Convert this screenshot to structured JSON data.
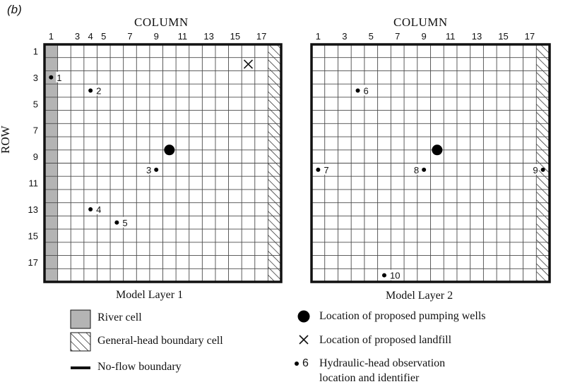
{
  "panel_label": "(b)",
  "column_title": "COLUMN",
  "row_title": "ROW",
  "column_ticks": [
    "1",
    "3",
    "5",
    "7",
    "9",
    "11",
    "13",
    "15",
    "17"
  ],
  "column_ticks_layer1": [
    "1",
    "3",
    "4",
    "5",
    "7",
    "9",
    "11",
    "13",
    "15",
    "17"
  ],
  "row_ticks": [
    "1",
    "3",
    "5",
    "7",
    "9",
    "11",
    "13",
    "15",
    "17"
  ],
  "grid": {
    "rows": 18,
    "cols": 18
  },
  "layers": [
    {
      "title": "Model Layer 1",
      "river_column": 1,
      "general_head_column": 18,
      "pumping_wells": [
        {
          "row": 9,
          "col": 10
        }
      ],
      "landfill": {
        "row": 2,
        "col": 16
      },
      "observations": [
        {
          "id": "1",
          "row": 3,
          "col": 1,
          "label_side": "right"
        },
        {
          "id": "2",
          "row": 4,
          "col": 4,
          "label_side": "right"
        },
        {
          "id": "3",
          "row": 10,
          "col": 9,
          "label_side": "left"
        },
        {
          "id": "4",
          "row": 13,
          "col": 4,
          "label_side": "right"
        },
        {
          "id": "5",
          "row": 14,
          "col": 6,
          "label_side": "right"
        }
      ]
    },
    {
      "title": "Model Layer 2",
      "river_column": null,
      "general_head_column": 18,
      "pumping_wells": [
        {
          "row": 9,
          "col": 10
        }
      ],
      "landfill": null,
      "observations": [
        {
          "id": "6",
          "row": 4,
          "col": 4,
          "label_side": "right"
        },
        {
          "id": "7",
          "row": 10,
          "col": 1,
          "label_side": "right"
        },
        {
          "id": "8",
          "row": 10,
          "col": 9,
          "label_side": "left"
        },
        {
          "id": "9",
          "row": 10,
          "col": 18,
          "label_side": "left"
        },
        {
          "id": "10",
          "row": 18,
          "col": 6,
          "label_side": "right"
        }
      ]
    }
  ],
  "legend": {
    "river_cell": "River cell",
    "general_head_cell": "General-head boundary cell",
    "no_flow": "No-flow boundary",
    "pumping_wells": "Location of proposed pumping wells",
    "landfill": "Location of proposed landfill",
    "observation_sample_id": "6",
    "observation_line1": "Hydraulic-head observation",
    "observation_line2": "location and identifier"
  },
  "colors": {
    "river": "#b4b4b4",
    "grid_line": "#4a4a4a",
    "boundary": "#111111",
    "background": "#ffffff"
  }
}
